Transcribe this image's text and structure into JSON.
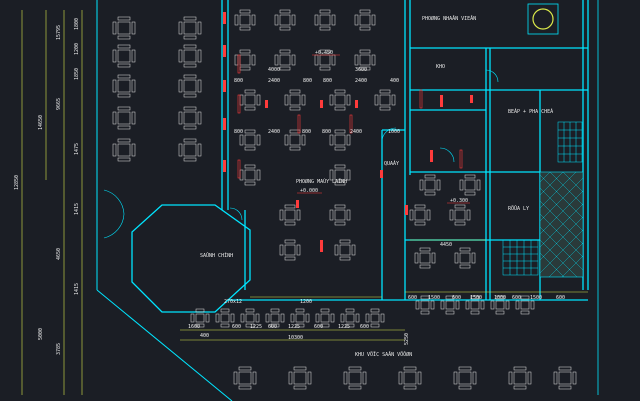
{
  "rooms": {
    "staff_room": "PHOØNG NHAÂN VIEÂN",
    "storage": "KHO",
    "kitchen": "BEÁP + PHA CHEÁ",
    "ac_room": "PHOØNG MAÙY LAÏNH",
    "lobby": "SAÛNH CHÍNH",
    "wash": "RÖÛA LY",
    "counter": "QUAÀY",
    "garden": "KHU VÖÏC SAÂN VÖÔØN"
  },
  "levels": {
    "upper": "+0.450",
    "main": "+0.000",
    "kitchen": "+0.300"
  },
  "dims_top": [
    "4000",
    "3600",
    "2400",
    "800",
    "800",
    "2400",
    "800",
    "400"
  ],
  "dims_mid": [
    "2400",
    "800",
    "800",
    "2400",
    "800",
    "1000"
  ],
  "dims_bottom": [
    "1600",
    "600",
    "1225",
    "600",
    "1225",
    "600",
    "1225",
    "600",
    "10300"
  ],
  "dims_right_bottom": [
    "600",
    "1500",
    "600",
    "1500",
    "1000",
    "600",
    "1500",
    "600"
  ],
  "dims_left": [
    "12850",
    "14650",
    "15795",
    "9665",
    "1800",
    "1200",
    "1850",
    "1475",
    "1415",
    "4650",
    "1415",
    "3785",
    "5000"
  ],
  "dims_misc": [
    "4450",
    "270x12",
    "1200",
    "400",
    "5250"
  ],
  "colors": {
    "background": "#1b1e25",
    "wall": "#00e5ff",
    "red": "#ff3b3b",
    "furniture": "#e6e6e6",
    "dimension": "#d9e84a"
  }
}
